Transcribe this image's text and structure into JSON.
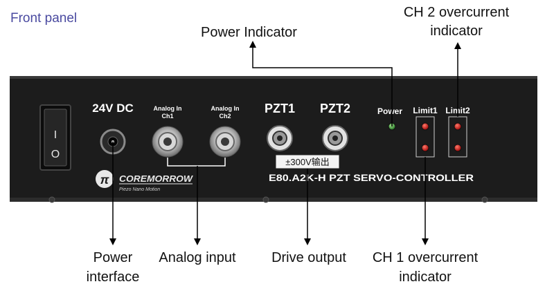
{
  "title": "Front panel",
  "callouts": {
    "power_indicator": "Power Indicator",
    "ch2_overcurrent_line1": "CH 2 overcurrent",
    "ch2_overcurrent_line2": "indicator",
    "power_interface_line1": "Power",
    "power_interface_line2": "interface",
    "analog_input": "Analog input",
    "drive_output": "Drive output",
    "ch1_overcurrent_line1": "CH 1 overcurrent",
    "ch1_overcurrent_line2": "indicator"
  },
  "panel": {
    "dc_label": "24V DC",
    "analog_ch1_line1": "Analog In",
    "analog_ch1_line2": "Ch1",
    "analog_ch2_line1": "Analog In",
    "analog_ch2_line2": "Ch2",
    "pzt1": "PZT1",
    "pzt2": "PZT2",
    "power": "Power",
    "limit1": "Limit1",
    "limit2": "Limit2",
    "voltage_warning": "±300V输出",
    "brand_name": "COREMORROW",
    "brand_tagline": "Piezo Nano Motion",
    "model": "E80.A2K-H PZT SERVO-CONTROLLER",
    "switch_on": "I",
    "switch_off": "O"
  },
  "colors": {
    "title": "#4a4aa0",
    "panel": "#1c1c1c",
    "led_power": "#3c9a3a",
    "led_limit": "#d42020"
  }
}
